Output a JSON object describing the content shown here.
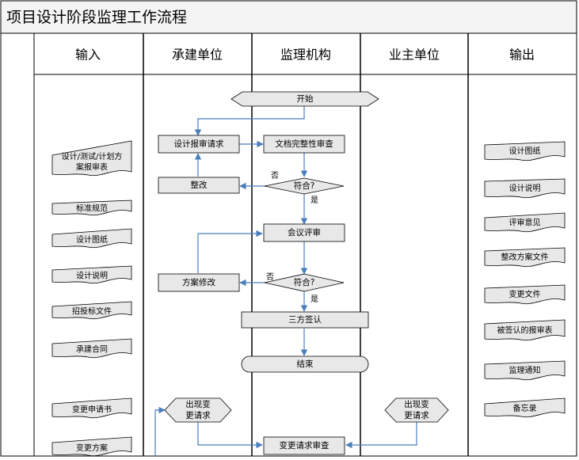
{
  "title": "项目设计阶段监理工作流程",
  "lanes": [
    "输入",
    "承建单位",
    "监理机构",
    "业主单位",
    "输出"
  ],
  "colors": {
    "shape_fill": "#e8e8e8",
    "shape_stroke": "#000000",
    "arrow": "#4a7ebb",
    "title_bg": "#f4f4f4",
    "lane_line": "#000000"
  },
  "inputs": [
    "设计/测试/计划方\n案报审表",
    "标准规范",
    "设计图纸",
    "设计说明",
    "招投标文件",
    "承建合同",
    "变更申请书",
    "变更方案"
  ],
  "outputs": [
    "设计图纸",
    "设计说明",
    "评审意见",
    "整改方案文件",
    "变更文件",
    "被签认的报审表",
    "监理通知",
    "备忘录"
  ],
  "flow": {
    "start": "开始",
    "submit_request": "设计报审请求",
    "completeness_review": "文档完整性审查",
    "decision_1": "符合?",
    "rectify": "整改",
    "meeting_review": "会议评审",
    "decision_2": "符合?",
    "plan_revise": "方案修改",
    "tripartite_sign": "三方签认",
    "end": "结束",
    "change_req_contractor": "出现变\n更请求",
    "change_req_owner": "出现变\n更请求",
    "change_review": "变更请求审查",
    "yes": "是",
    "no": "否"
  }
}
